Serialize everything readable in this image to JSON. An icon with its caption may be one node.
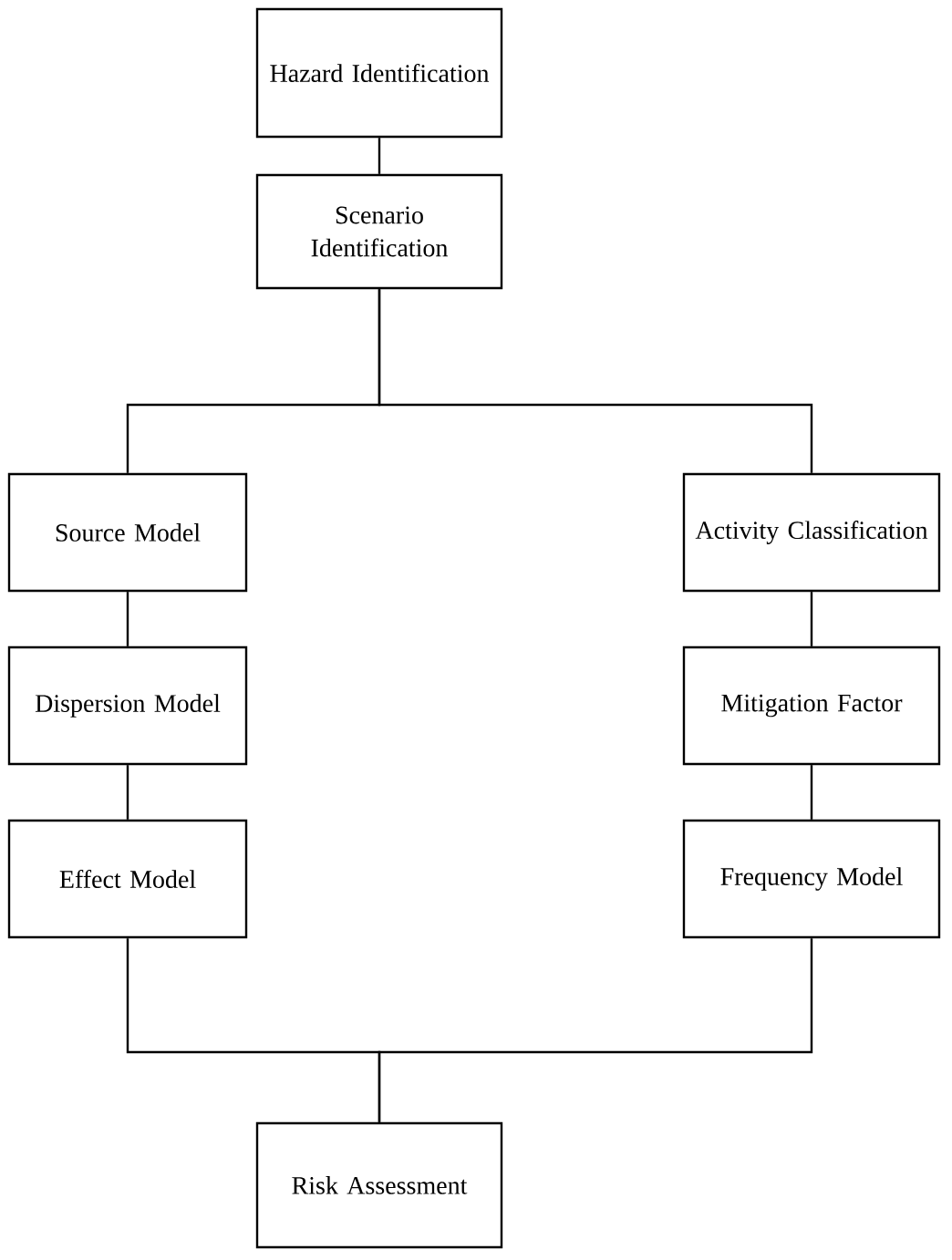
{
  "diagram": {
    "nodes": [
      {
        "text": [
          "Hazard Identification"
        ]
      },
      {
        "text": [
          "Scenario Identification"
        ]
      },
      {
        "text": [
          "Source Model"
        ]
      },
      {
        "text": [
          "Activity Classification"
        ]
      },
      {
        "text": [
          "Dispersion Model"
        ]
      },
      {
        "text": [
          "Mitigation Factor"
        ]
      },
      {
        "text": [
          "Effect Model"
        ]
      },
      {
        "text": [
          "Frequency Model"
        ]
      },
      {
        "text": [
          "Risk Assessment"
        ]
      }
    ],
    "edges": [
      {
        "from": 0,
        "to": 1,
        "arrow": "none"
      },
      {
        "from": 1,
        "to": 2,
        "arrow": "none"
      },
      {
        "from": 1,
        "to": 3,
        "arrow": "none"
      },
      {
        "from": 2,
        "to": 4,
        "arrow": "none"
      },
      {
        "from": 3,
        "to": 5,
        "arrow": "none"
      },
      {
        "from": 4,
        "to": 6,
        "arrow": "none"
      },
      {
        "from": 5,
        "to": 7,
        "arrow": "none"
      },
      {
        "from": 6,
        "to": 8,
        "arrow": "none"
      },
      {
        "from": 7,
        "to": 8,
        "arrow": "none"
      }
    ]
  }
}
